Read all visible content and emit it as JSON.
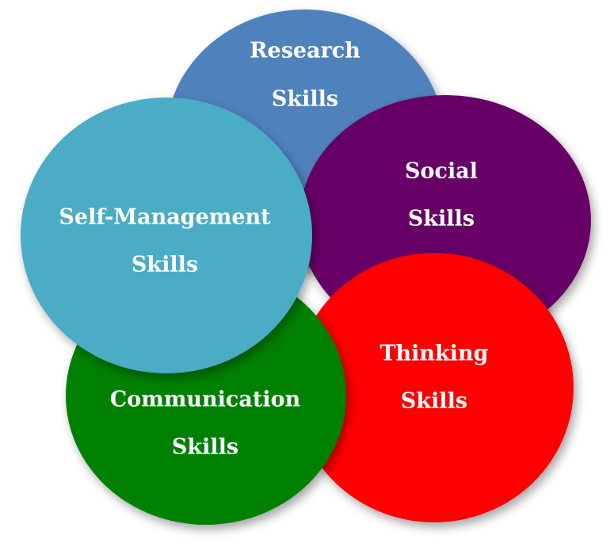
{
  "circles": [
    {
      "id": "research",
      "label_lines": [
        "Research",
        "Skills"
      ],
      "color": "#4f81bd"
    },
    {
      "id": "social",
      "label_lines": [
        "Social",
        "Skills"
      ],
      "color": "#660066"
    },
    {
      "id": "thinking",
      "label_lines": [
        "Thinking",
        "Skills"
      ],
      "color": "#ff0000"
    },
    {
      "id": "communication",
      "label_lines": [
        "Communication",
        "Skills"
      ],
      "color": "#008000"
    },
    {
      "id": "self-management",
      "label_lines": [
        "Self-Management",
        "Skills"
      ],
      "color": "#4bacc6"
    }
  ]
}
